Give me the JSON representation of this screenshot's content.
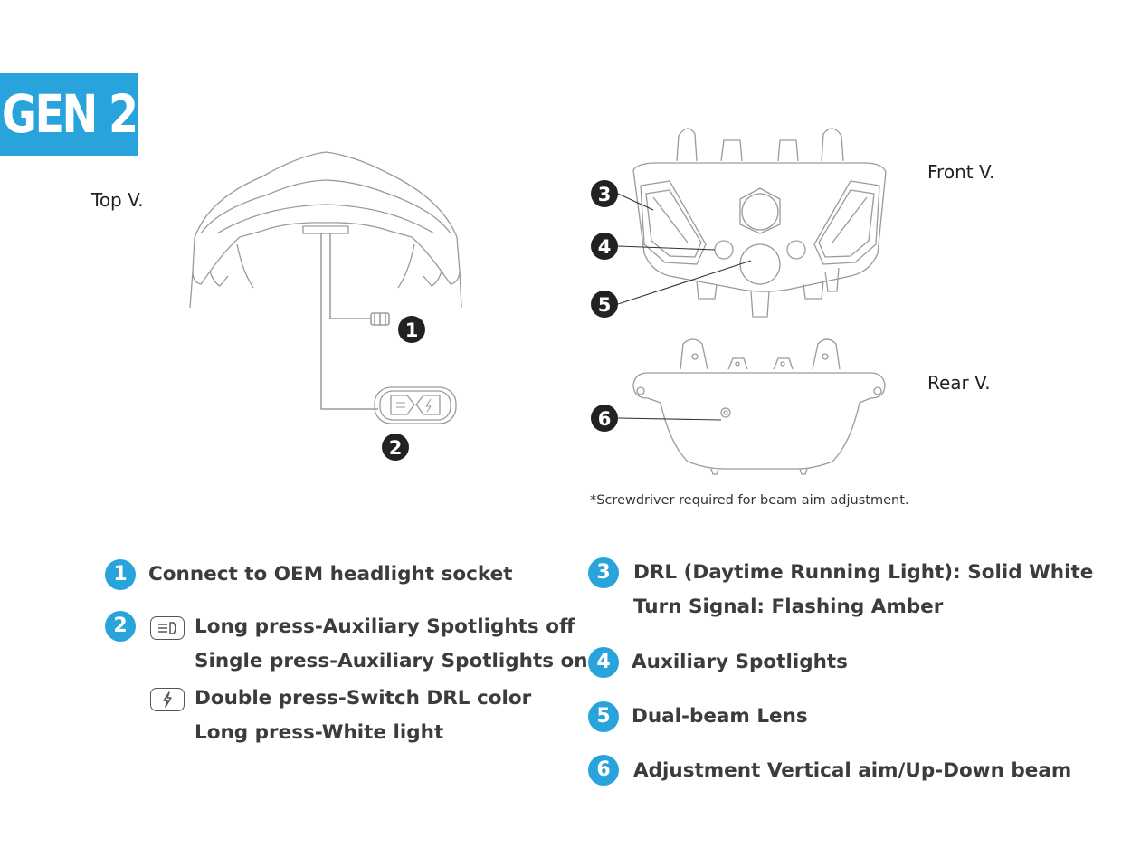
{
  "badge": {
    "text": "GEN 2"
  },
  "views": {
    "top": "Top V.",
    "front": "Front V.",
    "rear": "Rear V."
  },
  "callouts": [
    "1",
    "2",
    "3",
    "4",
    "5",
    "6"
  ],
  "note": "*Screwdriver required for beam aim adjustment.",
  "legend": {
    "item1": {
      "num": "1",
      "text": "Connect to OEM headlight socket"
    },
    "item2": {
      "num": "2",
      "lines_a": [
        "Long press-Auxiliary Spotlights off",
        "Single press-Auxiliary Spotlights on"
      ],
      "lines_b": [
        "Double press-Switch DRL color",
        "Long press-White light"
      ],
      "icon_a": "spotlight-button-icon",
      "icon_b": "lightning-button-icon"
    },
    "item3": {
      "num": "3",
      "lines": [
        "DRL (Daytime Running Light): Solid White",
        "Turn Signal: Flashing Amber"
      ]
    },
    "item4": {
      "num": "4",
      "text": "Auxiliary Spotlights"
    },
    "item5": {
      "num": "5",
      "text": "Dual-beam Lens"
    },
    "item6": {
      "num": "6",
      "text": "Adjustment Vertical aim/Up-Down beam"
    }
  },
  "colors": {
    "accent": "#29a3dc",
    "text": "#3c3c3c",
    "callout": "#222222"
  }
}
